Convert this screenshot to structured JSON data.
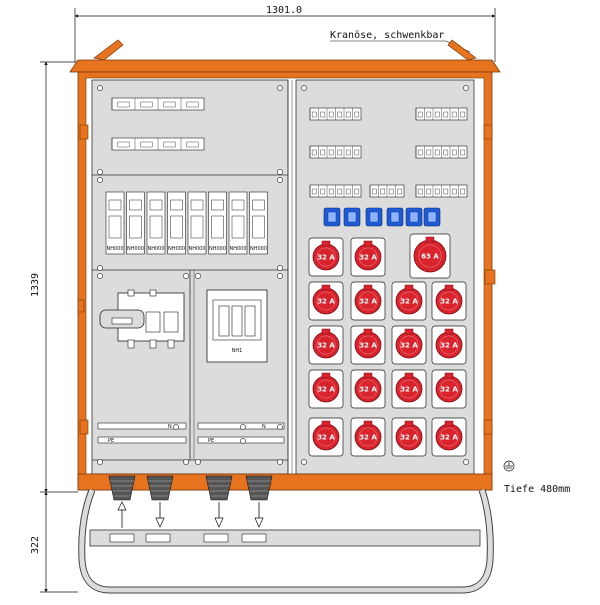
{
  "dimensions": {
    "width": "1301.0",
    "height_cabinet": "1339",
    "height_base": "322",
    "depth": "Tiefe 480mm"
  },
  "annotation": "Kranöse, schwenkbar",
  "labels": {
    "fuse_base": "NH000",
    "main_fuse": "NH1",
    "neutral": "N",
    "earth": "PE"
  },
  "sockets": {
    "cee32": "32 A",
    "cee63": "63 A"
  },
  "colors": {
    "frame": "#e8731f",
    "frame_dark": "#b8500c",
    "panel": "#dcdcdc",
    "socket_red": "#d9232d",
    "schuko_blue": "#1e5bd6"
  }
}
